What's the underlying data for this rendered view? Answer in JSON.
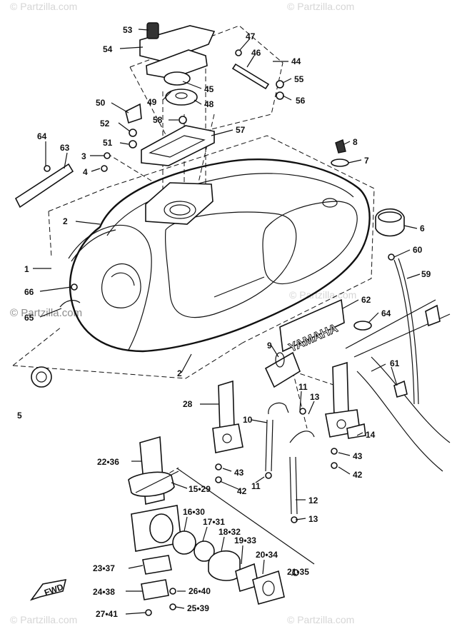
{
  "watermarks": {
    "top_left": "© Partzilla.com",
    "top_right": "© Partzilla.com",
    "middle": "© Partzilla.com",
    "middle_right": "© Partzilla.com",
    "bottom_left": "© Partzilla.com",
    "bottom_right": "© Partzilla.com"
  },
  "tank_logo": "YAMAHA",
  "front_marker": "FWD",
  "callouts": [
    {
      "id": "c53",
      "text": "53"
    },
    {
      "id": "c54",
      "text": "54"
    },
    {
      "id": "c47",
      "text": "47"
    },
    {
      "id": "c46",
      "text": "46"
    },
    {
      "id": "c44",
      "text": "44"
    },
    {
      "id": "c55",
      "text": "55"
    },
    {
      "id": "c56",
      "text": "56"
    },
    {
      "id": "c45",
      "text": "45"
    },
    {
      "id": "c49",
      "text": "49"
    },
    {
      "id": "c48",
      "text": "48"
    },
    {
      "id": "c50",
      "text": "50"
    },
    {
      "id": "c52",
      "text": "52"
    },
    {
      "id": "c51",
      "text": "51"
    },
    {
      "id": "c58",
      "text": "58"
    },
    {
      "id": "c57",
      "text": "57"
    },
    {
      "id": "c64a",
      "text": "64"
    },
    {
      "id": "c63",
      "text": "63"
    },
    {
      "id": "c3",
      "text": "3"
    },
    {
      "id": "c4",
      "text": "4"
    },
    {
      "id": "c8",
      "text": "8"
    },
    {
      "id": "c7",
      "text": "7"
    },
    {
      "id": "c2a",
      "text": "2"
    },
    {
      "id": "c6",
      "text": "6"
    },
    {
      "id": "c60",
      "text": "60"
    },
    {
      "id": "c1",
      "text": "1"
    },
    {
      "id": "c59",
      "text": "59"
    },
    {
      "id": "c66",
      "text": "66"
    },
    {
      "id": "c65",
      "text": "65"
    },
    {
      "id": "c62",
      "text": "62"
    },
    {
      "id": "c64b",
      "text": "64"
    },
    {
      "id": "c9",
      "text": "9"
    },
    {
      "id": "c2b",
      "text": "2"
    },
    {
      "id": "c5",
      "text": "5"
    },
    {
      "id": "c61",
      "text": "61"
    },
    {
      "id": "c28",
      "text": "28"
    },
    {
      "id": "c11a",
      "text": "11"
    },
    {
      "id": "c13a",
      "text": "13"
    },
    {
      "id": "c10",
      "text": "10"
    },
    {
      "id": "c14",
      "text": "14"
    },
    {
      "id": "c43a",
      "text": "43"
    },
    {
      "id": "c42a",
      "text": "42"
    },
    {
      "id": "c22",
      "text": "22•36"
    },
    {
      "id": "c43b",
      "text": "43"
    },
    {
      "id": "c42b",
      "text": "42"
    },
    {
      "id": "c11b",
      "text": "11"
    },
    {
      "id": "c15",
      "text": "15•29"
    },
    {
      "id": "c12",
      "text": "12"
    },
    {
      "id": "c16",
      "text": "16•30"
    },
    {
      "id": "c13b",
      "text": "13"
    },
    {
      "id": "c17",
      "text": "17•31"
    },
    {
      "id": "c18",
      "text": "18•32"
    },
    {
      "id": "c19",
      "text": "19•33"
    },
    {
      "id": "c20",
      "text": "20•34"
    },
    {
      "id": "c23",
      "text": "23•37"
    },
    {
      "id": "c21",
      "text": "21•35"
    },
    {
      "id": "c24",
      "text": "24•38"
    },
    {
      "id": "c26",
      "text": "26•40"
    },
    {
      "id": "c27",
      "text": "27•41"
    },
    {
      "id": "c25",
      "text": "25•39"
    }
  ]
}
